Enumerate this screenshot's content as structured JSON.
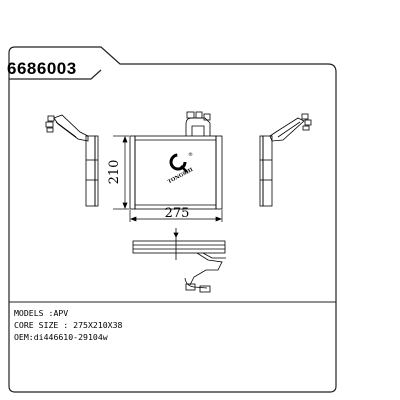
{
  "header": {
    "part_code": "6686003"
  },
  "drawing": {
    "core_width_label": "275",
    "core_height_label": "210",
    "logo_text": "TONGSHI",
    "logo_mark": "®",
    "line_color": "#000000",
    "logo_color": "#000000"
  },
  "specs": [
    {
      "label": "MODELS",
      "sep": " :",
      "value": "APV"
    },
    {
      "label": "CORE SIZE",
      "sep": " :  ",
      "value": "275X210X38"
    },
    {
      "label": "OEM",
      "sep": ":",
      "value": "di446610-29104w"
    }
  ]
}
